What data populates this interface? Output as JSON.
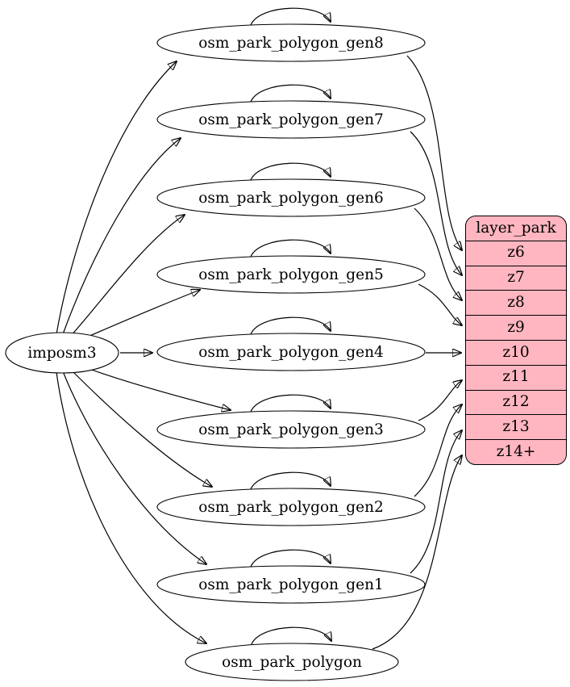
{
  "diagram": {
    "kind": "etl-graph",
    "source": {
      "label": "imposm3"
    },
    "tables": [
      {
        "label": "osm_park_polygon_gen8",
        "target_zoom": "z6"
      },
      {
        "label": "osm_park_polygon_gen7",
        "target_zoom": "z7"
      },
      {
        "label": "osm_park_polygon_gen6",
        "target_zoom": "z8"
      },
      {
        "label": "osm_park_polygon_gen5",
        "target_zoom": "z9"
      },
      {
        "label": "osm_park_polygon_gen4",
        "target_zoom": "z10"
      },
      {
        "label": "osm_park_polygon_gen3",
        "target_zoom": "z11"
      },
      {
        "label": "osm_park_polygon_gen2",
        "target_zoom": "z12"
      },
      {
        "label": "osm_park_polygon_gen1",
        "target_zoom": "z13"
      },
      {
        "label": "osm_park_polygon",
        "target_zoom": "z14+"
      }
    ],
    "layer": {
      "header": "layer_park",
      "rows": [
        "z6",
        "z7",
        "z8",
        "z9",
        "z10",
        "z11",
        "z12",
        "z13",
        "z14+"
      ],
      "fill_color": "#FFB6C1",
      "border_color": "#000000"
    },
    "edge_color": "#000000"
  }
}
